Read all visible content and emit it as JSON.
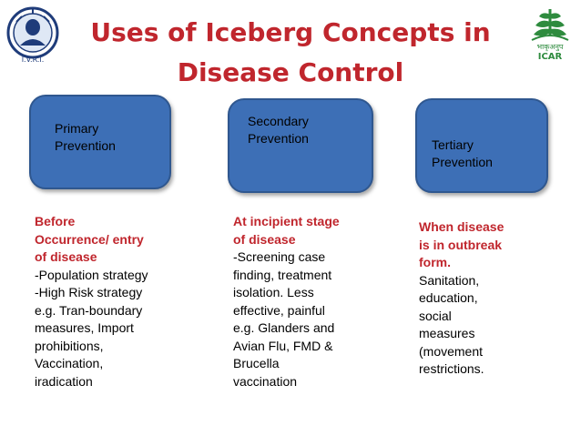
{
  "title": "Uses of Iceberg Concepts in\nDisease Control",
  "logos": {
    "left_text": "I.V.R.I.",
    "right_text": "ICAR",
    "right_hindi": "भाकृअनुप"
  },
  "boxes": [
    {
      "label": "Primary\nPrevention"
    },
    {
      "label": "Secondary\nPrevention"
    },
    {
      "label": "Tertiary\nPrevention"
    }
  ],
  "columns": [
    {
      "heading": "Before\nOccurrence/ entry\nof disease",
      "body": "-Population strategy\n-High Risk strategy\ne.g. Tran-boundary\nmeasures, Import\nprohibitions,\nVaccination,\niradication"
    },
    {
      "heading": "At incipient stage\nof disease",
      "body": "-Screening case\nfinding, treatment\nisolation. Less\neffective, painful\ne.g. Glanders and\nAvian Flu, FMD &\nBrucella\nvaccination"
    },
    {
      "heading": "When disease\nis in outbreak\nform.",
      "body": "Sanitation,\neducation,\nsocial\nmeasures\n(movement\nrestrictions."
    }
  ],
  "colors": {
    "title": "#c0262d",
    "box_fill": "#3d6fb6",
    "heading": "#c0262d",
    "logo_green": "#2e8b3e"
  }
}
